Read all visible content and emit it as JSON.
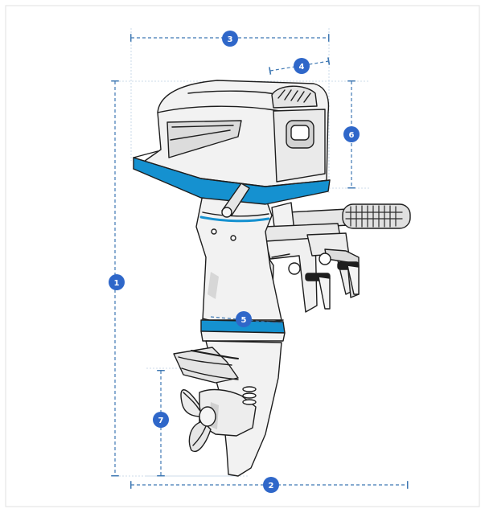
{
  "colors": {
    "accent_blue": "#1591d0",
    "badge_blue": "#2f67c9",
    "dimension_line": "#3f78b3",
    "outline": "#1e1e1e",
    "body_fill": "#f2f2f2",
    "shade": "#d7d7d7",
    "frame_border": "#e2e2e2"
  },
  "dimensions": [
    {
      "id": "dim-1",
      "label": "1"
    },
    {
      "id": "dim-2",
      "label": "2"
    },
    {
      "id": "dim-3",
      "label": "3"
    },
    {
      "id": "dim-4",
      "label": "4"
    },
    {
      "id": "dim-5",
      "label": "5"
    },
    {
      "id": "dim-6",
      "label": "6"
    },
    {
      "id": "dim-7",
      "label": "7"
    }
  ]
}
